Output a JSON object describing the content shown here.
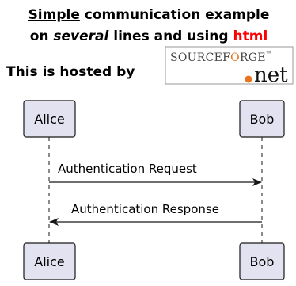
{
  "title": {
    "line1_underlined": "Simple",
    "line1_rest": " communication example",
    "line2_prefix": "on ",
    "line2_italic": "several",
    "line2_middle": " lines and using ",
    "line2_red": "html",
    "line3_text": "This is hosted by"
  },
  "logo": {
    "top_part1": "SOURCEF",
    "top_part2": "O",
    "top_part3": "RGE",
    "trademark": "™",
    "net_text": "net",
    "accent_color": "#e8731c"
  },
  "participants": {
    "alice": "Alice",
    "bob": "Bob"
  },
  "messages": {
    "request": "Authentication Request",
    "response": "Authentication Response"
  },
  "colors": {
    "participant_fill": "#e2e2f0",
    "title_red": "#ff0000"
  }
}
